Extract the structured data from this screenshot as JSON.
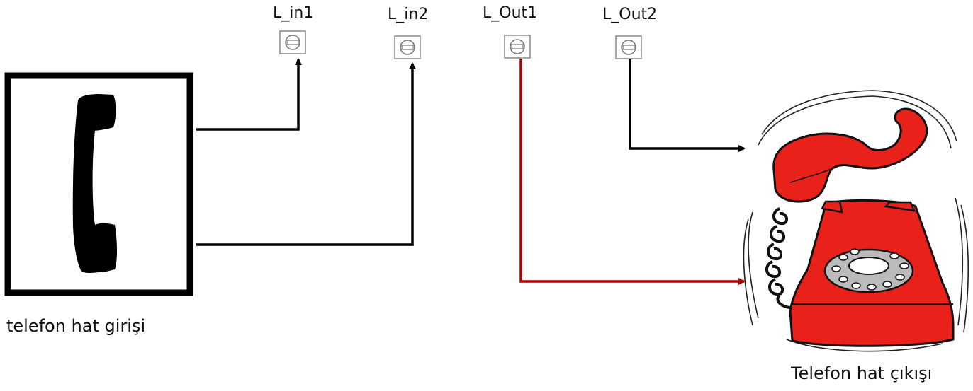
{
  "terminals": [
    {
      "id": "l-in1",
      "label": "L_in1"
    },
    {
      "id": "l-in2",
      "label": "L_in2"
    },
    {
      "id": "l-out1",
      "label": "L_Out1"
    },
    {
      "id": "l-out2",
      "label": "L_Out2"
    }
  ],
  "captions": {
    "input": "telefon hat girişi",
    "output": "Telefon hat çıkışı"
  },
  "colors": {
    "wire": "#000000",
    "wire_out1": "#b00000",
    "phone_red": "#e8221b",
    "terminal_border": "#888888"
  },
  "icons": [
    "handset-icon",
    "telephone-icon",
    "screw-terminal-icon"
  ]
}
